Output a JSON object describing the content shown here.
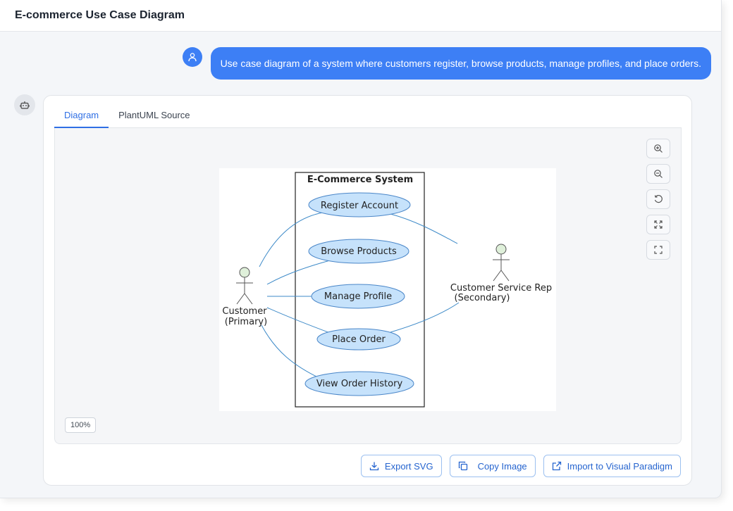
{
  "header": {
    "title": "E-commerce Use Case Diagram"
  },
  "user_message": {
    "text": "Use case diagram of a system where customers register, browse products, manage profiles, and place orders.",
    "avatar_icon": "user-icon"
  },
  "bot": {
    "avatar_icon": "robot-icon"
  },
  "tabs": [
    {
      "label": "Diagram",
      "active": true
    },
    {
      "label": "PlantUML Source",
      "active": false
    }
  ],
  "diagram": {
    "system_title": "E-Commerce System",
    "use_cases": [
      "Register Account",
      "Browse Products",
      "Manage Profile",
      "Place Order",
      "View Order History"
    ],
    "actors": [
      {
        "name": "Customer",
        "role": "(Primary)"
      },
      {
        "name": "Customer Service Rep",
        "role": "(Secondary)"
      }
    ],
    "colors": {
      "use_case_fill": "#c6e2fb",
      "use_case_stroke": "#4a86c8",
      "actor_fill": "#dff0da",
      "line": "#3d8ac8"
    }
  },
  "toolbar": {
    "zoom_in": "zoom-in-icon",
    "zoom_out": "zoom-out-icon",
    "reset": "reset-icon",
    "fit": "fit-screen-icon",
    "fullscreen": "fullscreen-icon"
  },
  "zoom_level": "100%",
  "actions": {
    "export_svg": "Export SVG",
    "copy_image": "Copy Image",
    "import_vp": "Import to Visual Paradigm"
  },
  "accent_color": "#3d7ff5"
}
